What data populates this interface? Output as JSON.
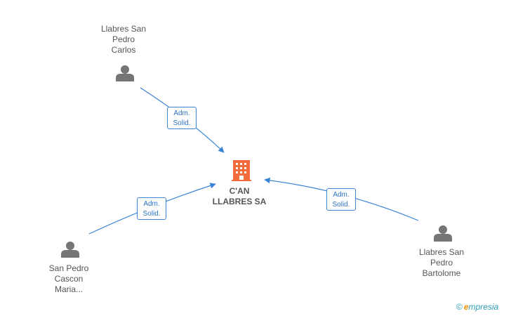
{
  "company": {
    "name_line1": "C'AN",
    "name_line2": "LLABRES SA"
  },
  "people": [
    {
      "lines": [
        "Llabres San",
        "Pedro",
        "Carlos"
      ],
      "role": [
        "Adm.",
        "Solid."
      ]
    },
    {
      "lines": [
        "San Pedro",
        "Cascon",
        "Maria..."
      ],
      "role": [
        "Adm.",
        "Solid."
      ]
    },
    {
      "lines": [
        "Llabres San",
        "Pedro",
        "Bartolome"
      ],
      "role": [
        "Adm.",
        "Solid."
      ]
    }
  ],
  "brand": {
    "copyright": "©",
    "initial": "e",
    "rest": "mpresia"
  },
  "colors": {
    "edge": "#3a84d6",
    "person": "#757575",
    "company": "#f26b3a",
    "text": "#555555"
  }
}
